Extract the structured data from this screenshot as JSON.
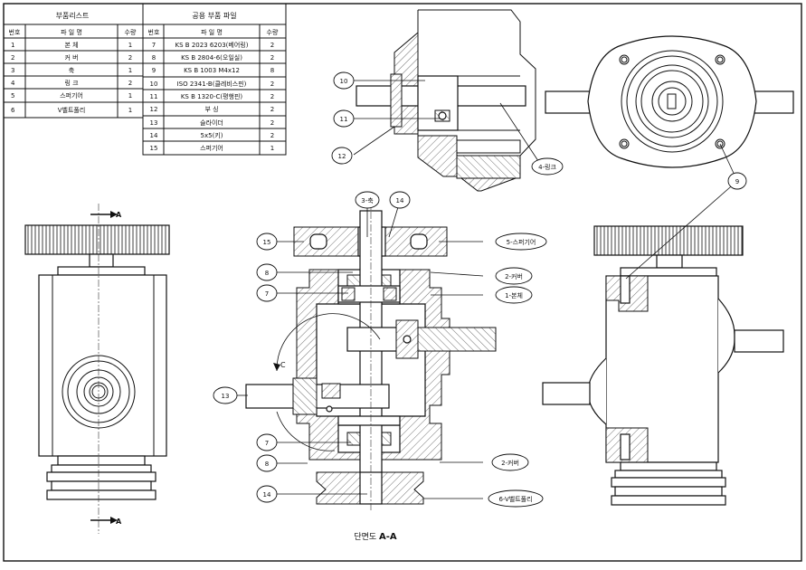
{
  "parts_list": {
    "title": "부품리스트",
    "headers": [
      "번호",
      "파 일 명",
      "수량"
    ],
    "rows": [
      {
        "no": "1",
        "name": "본 체",
        "qty": "1"
      },
      {
        "no": "2",
        "name": "커 버",
        "qty": "2"
      },
      {
        "no": "3",
        "name": "축",
        "qty": "1"
      },
      {
        "no": "4",
        "name": "링 크",
        "qty": "2"
      },
      {
        "no": "5",
        "name": "스퍼기어",
        "qty": "1"
      },
      {
        "no": "6",
        "name": "V벨트풀리",
        "qty": "1"
      }
    ]
  },
  "common_parts": {
    "title": "공용 부품 파일",
    "headers": [
      "번호",
      "파 일 명",
      "수량"
    ],
    "rows": [
      {
        "no": "7",
        "name": "KS B 2023 6203(베어링)",
        "qty": "2"
      },
      {
        "no": "8",
        "name": "KS B 2804-6(오일실)",
        "qty": "2"
      },
      {
        "no": "9",
        "name": "KS B 1003 M4x12",
        "qty": "8"
      },
      {
        "no": "10",
        "name": "ISO 2341-B(클레비스핀)",
        "qty": "2"
      },
      {
        "no": "11",
        "name": "KS B 1320-C(평행핀)",
        "qty": "2"
      },
      {
        "no": "12",
        "name": "부 싱",
        "qty": "2"
      },
      {
        "no": "13",
        "name": "슬라이더",
        "qty": "2"
      },
      {
        "no": "14",
        "name": "5x5(키)",
        "qty": "2"
      },
      {
        "no": "15",
        "name": "스퍼기어",
        "qty": "1"
      }
    ]
  },
  "callouts": {
    "c10": "10",
    "c11": "11",
    "c12": "12",
    "c4": "4-링크",
    "c9": "9",
    "c3": "3-축",
    "c14a": "14",
    "c15": "15",
    "c5": "5-스퍼기어",
    "c8a": "8",
    "c2a": "2-커버",
    "c7a": "7",
    "c1": "1-본체",
    "c13": "13",
    "c7b": "7",
    "c8b": "8",
    "c2b": "2-커버",
    "c14b": "14",
    "c6": "6-V벨트풀리"
  },
  "section_marks": {
    "top": "A",
    "bottom": "A",
    "rotation": "C"
  },
  "section_caption": {
    "prefix": "단면도 ",
    "label": "A-A"
  }
}
